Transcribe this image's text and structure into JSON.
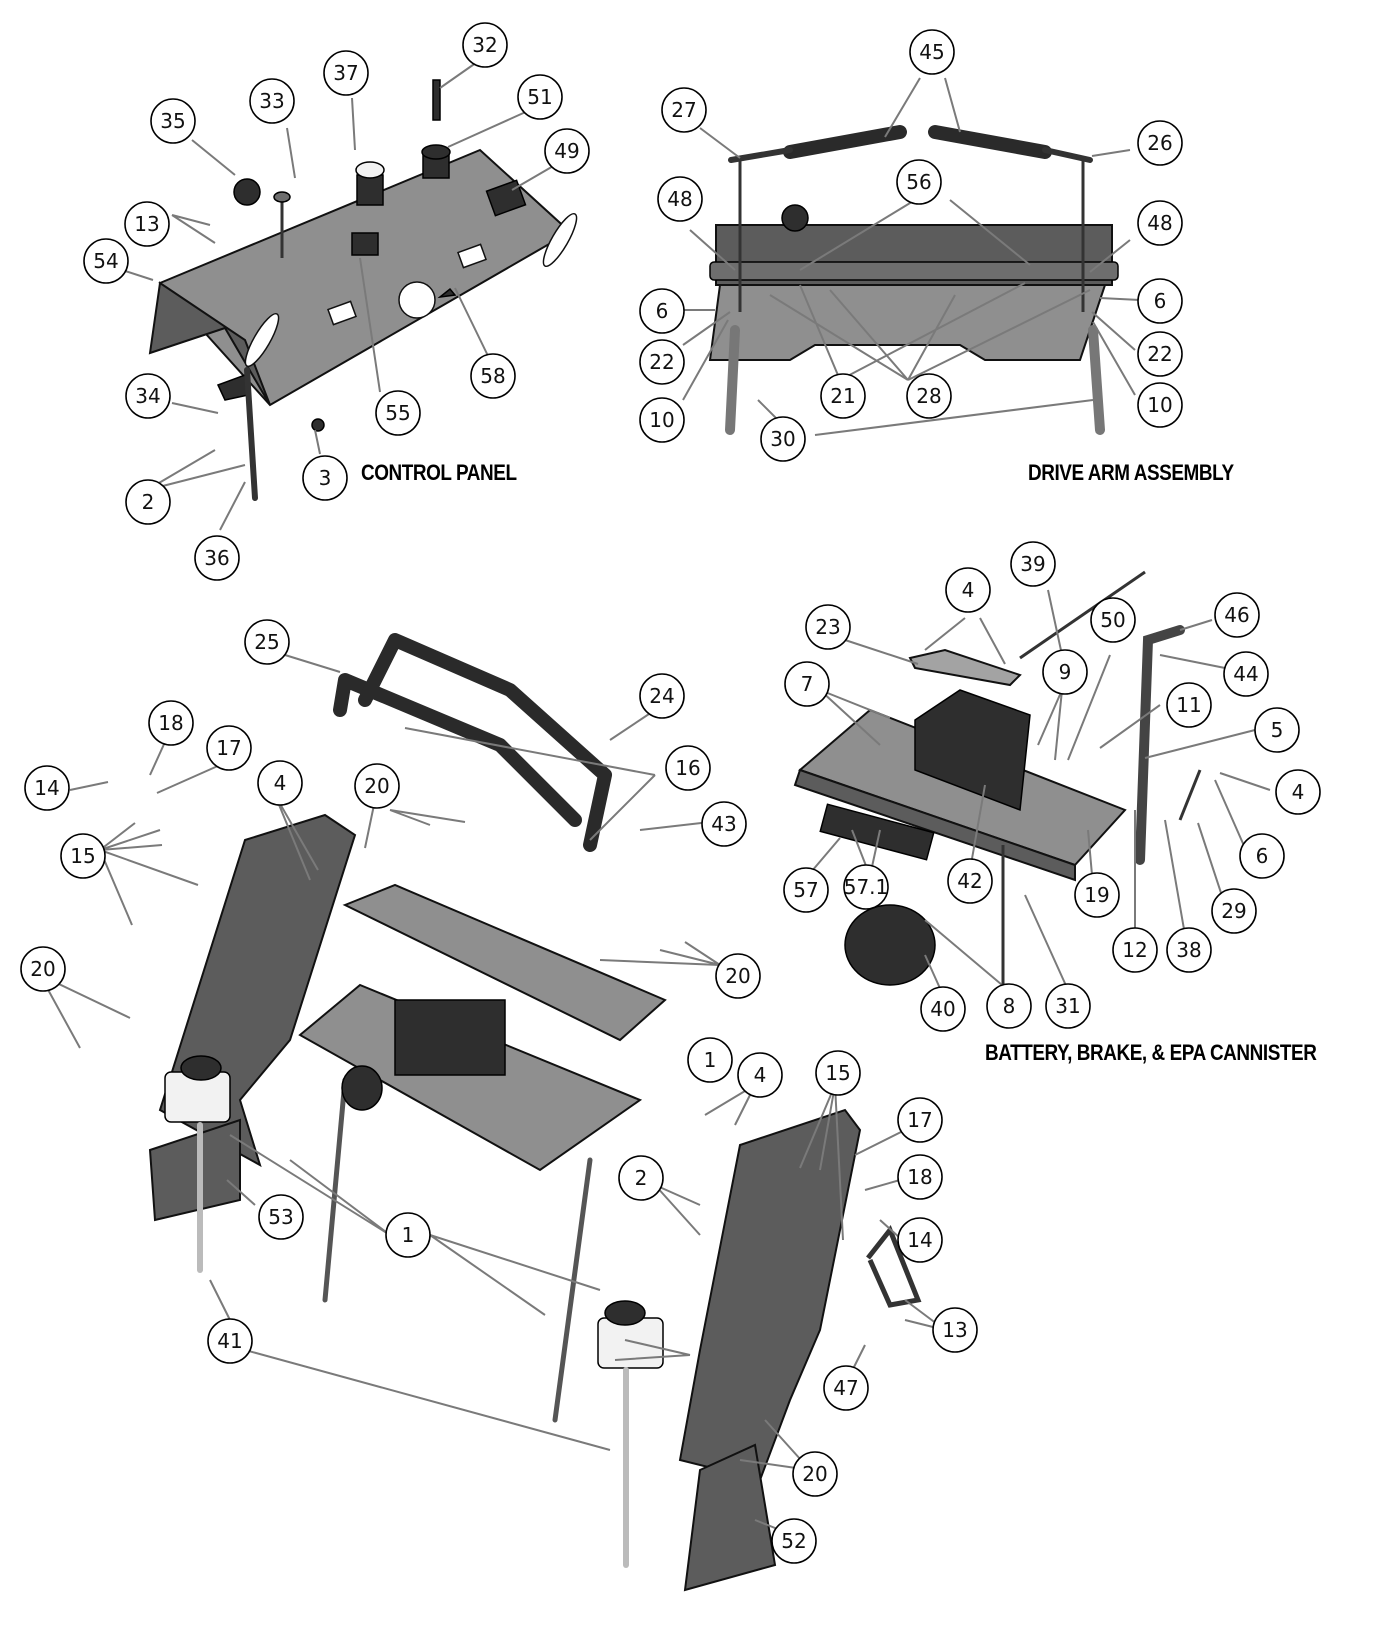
{
  "sections": {
    "control_panel": "CONTROL PANEL",
    "drive_arm_assembly": "DRIVE ARM ASSEMBLY",
    "battery_brake_epa": "BATTERY, BRAKE, & EPA CANNISTER"
  },
  "callouts": {
    "control_panel": [
      "35",
      "33",
      "37",
      "32",
      "51",
      "49",
      "13",
      "54",
      "55",
      "58",
      "34",
      "3",
      "2",
      "36"
    ],
    "drive_arm_assembly": [
      "45",
      "27",
      "26",
      "56",
      "48",
      "48",
      "6",
      "6",
      "22",
      "22",
      "10",
      "10",
      "21",
      "28",
      "30"
    ],
    "battery_brake_epa": [
      "39",
      "4",
      "23",
      "50",
      "46",
      "7",
      "9",
      "44",
      "11",
      "5",
      "4",
      "6",
      "29",
      "57",
      "57.1",
      "42",
      "19",
      "12",
      "38",
      "40",
      "8",
      "31"
    ],
    "main_assembly": [
      "25",
      "24",
      "18",
      "17",
      "14",
      "4",
      "20",
      "16",
      "43",
      "15",
      "20",
      "20",
      "1",
      "4",
      "15",
      "17",
      "18",
      "14",
      "2",
      "13",
      "47",
      "53",
      "1",
      "41",
      "20",
      "52"
    ]
  },
  "legend_colors": {
    "line": "#7a7a7a",
    "part_dark": "#2e2e2e",
    "plate": "#8f8f8f"
  }
}
